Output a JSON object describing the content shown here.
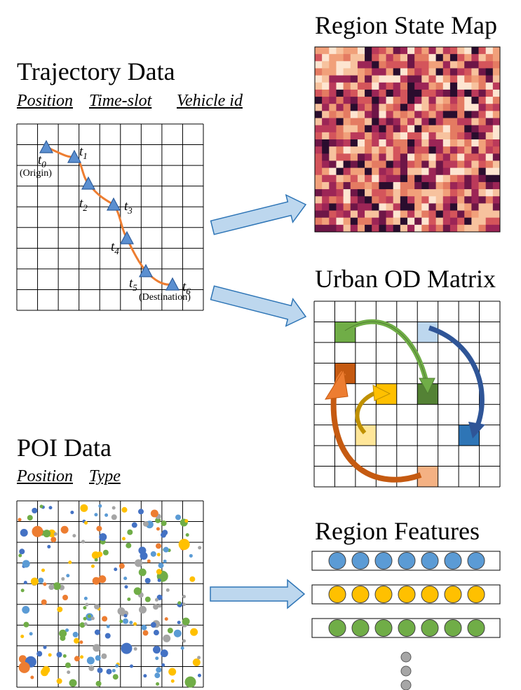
{
  "trajectory": {
    "title": "Trajectory Data",
    "fields": [
      "Position",
      "Time-slot",
      "Vehicle id"
    ],
    "points": [
      {
        "label": "t",
        "sub": "0"
      },
      {
        "label": "t",
        "sub": "1"
      },
      {
        "label": "t",
        "sub": "2"
      },
      {
        "label": "t",
        "sub": "3"
      },
      {
        "label": "t",
        "sub": "4"
      },
      {
        "label": "t",
        "sub": "5"
      },
      {
        "label": "t",
        "sub": "6"
      }
    ],
    "origin_label": "(Origin)",
    "destination_label": "(Destination)",
    "marker_color": "#5b8fd0",
    "path_color": "#ed7d31"
  },
  "region_state": {
    "title": "Region State Map"
  },
  "od_matrix": {
    "title": "Urban OD Matrix"
  },
  "poi": {
    "title": "POI Data",
    "fields": [
      "Position",
      "Type"
    ]
  },
  "region_features": {
    "title": "Region Features",
    "row_colors": [
      "#5b9bd5",
      "#ffc000",
      "#70ad47"
    ],
    "dot_color": "#a6a6a6"
  },
  "colors": {
    "arrow_fill": "#bdd7ee",
    "arrow_stroke": "#2e75b6"
  }
}
